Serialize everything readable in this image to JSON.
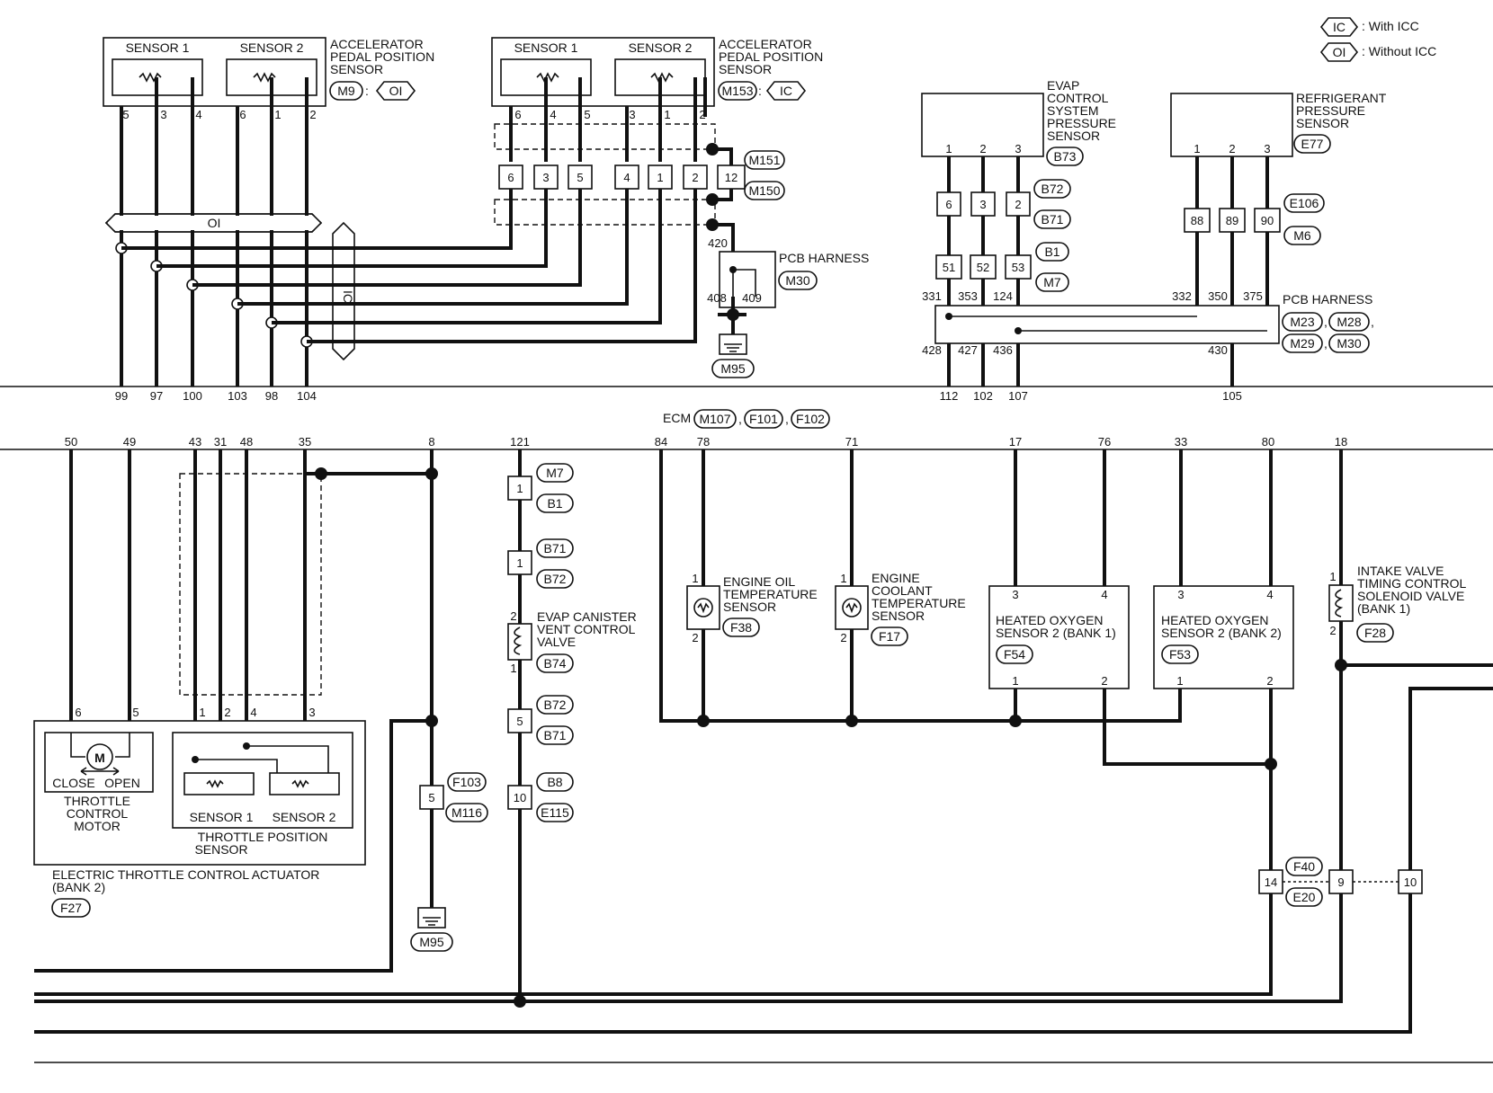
{
  "legend": [
    {
      "tag": "IC",
      "label": ": With ICC"
    },
    {
      "tag": "OI",
      "label": ": Without ICC"
    }
  ],
  "ecm": {
    "label": "ECM",
    "connectors": [
      "M107",
      "F101",
      "F102"
    ],
    "separator": ","
  },
  "upper": {
    "appsOI": {
      "sensor1": "SENSOR 1",
      "sensor2": "SENSOR 2",
      "name": [
        "ACCELERATOR",
        "PEDAL POSITION",
        "SENSOR"
      ],
      "connector": "M9",
      "colon": ":",
      "variant": "OI",
      "pins": [
        "5",
        "3",
        "4",
        "6",
        "1",
        "2"
      ]
    },
    "appsIC": {
      "sensor1": "SENSOR 1",
      "sensor2": "SENSOR 2",
      "name": [
        "ACCELERATOR",
        "PEDAL POSITION",
        "SENSOR"
      ],
      "connector": "M153",
      "colon": ":",
      "variant": "IC",
      "pins": [
        "6",
        "4",
        "5",
        "3",
        "1",
        "2"
      ],
      "midConnector": [
        "6",
        "3",
        "5",
        "4",
        "1",
        "2",
        "12"
      ],
      "midTags": [
        "M151",
        "M150"
      ]
    },
    "oiBar": "OI",
    "icBar": "IC",
    "pcbHarness1": {
      "label": "PCB HARNESS",
      "connector": "M30",
      "pins": [
        "420",
        "408",
        "409"
      ],
      "ground": "M95"
    },
    "evap": {
      "name": [
        "EVAP",
        "CONTROL",
        "SYSTEM",
        "PRESSURE",
        "SENSOR"
      ],
      "connector": "B73",
      "pins": [
        "1",
        "2",
        "3"
      ],
      "row1": [
        "6",
        "3",
        "2"
      ],
      "row1Tags": [
        "B72",
        "B71"
      ],
      "row2": [
        "51",
        "52",
        "53"
      ],
      "row2Tags": [
        "B1",
        "M7"
      ],
      "harnessTop": [
        "331",
        "353",
        "124"
      ],
      "harnessBottom": [
        "428",
        "427",
        "436"
      ]
    },
    "refrig": {
      "name": [
        "REFRIGERANT",
        "PRESSURE",
        "SENSOR"
      ],
      "connector": "E77",
      "pins": [
        "1",
        "2",
        "3"
      ],
      "row": [
        "88",
        "89",
        "90"
      ],
      "rowTags": [
        "E106",
        "M6"
      ],
      "harnessTop": [
        "332",
        "350",
        "375"
      ],
      "harnessBottom": [
        "430"
      ]
    },
    "pcbHarness2": {
      "label": "PCB HARNESS",
      "connectors": [
        "M23",
        "M28",
        "M29",
        "M30"
      ],
      "comma": ","
    },
    "ecmPins": [
      "99",
      "97",
      "100",
      "103",
      "98",
      "104",
      "112",
      "102",
      "107",
      "105"
    ]
  },
  "lower": {
    "ecmPins": [
      "50",
      "49",
      "43",
      "31",
      "48",
      "35",
      "8",
      "121",
      "84",
      "78",
      "71",
      "17",
      "76",
      "33",
      "80",
      "18"
    ],
    "etc": {
      "name": [
        "ELECTRIC THROTTLE CONTROL ACTUATOR",
        "(BANK 2)"
      ],
      "connector": "F27",
      "motorPins": [
        "6",
        "5"
      ],
      "motorSymbol": "M",
      "close": "CLOSE",
      "open": "OPEN",
      "motorName": [
        "THROTTLE",
        "CONTROL",
        "MOTOR"
      ],
      "tpsPins": [
        "1",
        "2",
        "4",
        "3"
      ],
      "tpsSensor1": "SENSOR 1",
      "tpsSensor2": "SENSOR 2",
      "tpsName": [
        "THROTTLE POSITION",
        "SENSOR"
      ]
    },
    "gnd": {
      "pin": "5",
      "tags": [
        "F103",
        "M116"
      ],
      "ground": "M95"
    },
    "evapLine": {
      "c1": {
        "pin": "1",
        "tags": [
          "M7",
          "B1"
        ]
      },
      "c2": {
        "pin": "1",
        "tags": [
          "B71",
          "B72"
        ]
      },
      "valve": {
        "pins": [
          "2",
          "1"
        ],
        "name": [
          "EVAP CANISTER",
          "VENT CONTROL",
          "VALVE"
        ],
        "connector": "B74"
      },
      "c3": {
        "pin": "5",
        "tags": [
          "B72",
          "B71"
        ]
      },
      "c4": {
        "pin": "10",
        "tags": [
          "B8",
          "E115"
        ]
      }
    },
    "oilTemp": {
      "pins": [
        "1",
        "2"
      ],
      "name": [
        "ENGINE OIL",
        "TEMPERATURE",
        "SENSOR"
      ],
      "connector": "F38"
    },
    "coolant": {
      "pins": [
        "1",
        "2"
      ],
      "name": [
        "ENGINE",
        "COOLANT",
        "TEMPERATURE",
        "SENSOR"
      ],
      "connector": "F17"
    },
    "ho2b1": {
      "topPins": [
        "3",
        "4"
      ],
      "name": [
        "HEATED OXYGEN",
        "SENSOR 2 (BANK 1)"
      ],
      "connector": "F54",
      "bottomPins": [
        "1",
        "2"
      ]
    },
    "ho2b2": {
      "topPins": [
        "3",
        "4"
      ],
      "name": [
        "HEATED OXYGEN",
        "SENSOR 2 (BANK 2)"
      ],
      "connector": "F53",
      "bottomPins": [
        "1",
        "2"
      ]
    },
    "ivtc": {
      "pins": [
        "1",
        "2"
      ],
      "name": [
        "INTAKE VALVE",
        "TIMING CONTROL",
        "SOLENOID VALVE",
        "(BANK 1)"
      ],
      "connector": "F28"
    },
    "jct": {
      "pins": [
        "14",
        "9",
        "10"
      ],
      "tags": [
        "F40",
        "E20"
      ]
    }
  }
}
